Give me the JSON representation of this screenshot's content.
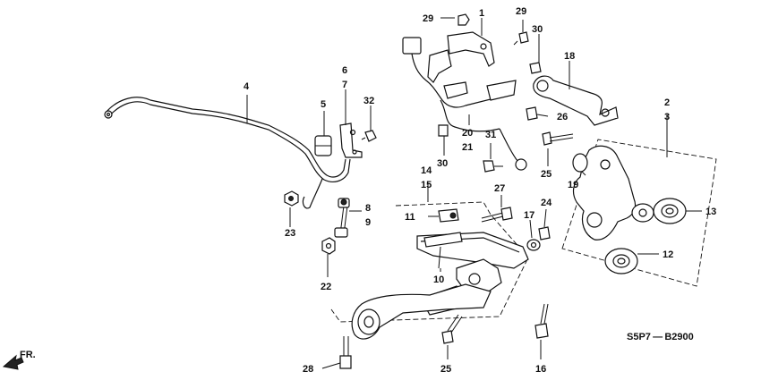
{
  "diagram": {
    "code": "S5P7 — B2900",
    "front_label": "FR.",
    "callouts": [
      "1",
      "2",
      "3",
      "4",
      "5",
      "6",
      "7",
      "8",
      "9",
      "10",
      "11",
      "12",
      "13",
      "14",
      "15",
      "16",
      "17",
      "18",
      "19",
      "20",
      "21",
      "22",
      "23",
      "24",
      "25",
      "25",
      "26",
      "27",
      "28",
      "29",
      "29",
      "30",
      "30",
      "31",
      "32"
    ]
  }
}
